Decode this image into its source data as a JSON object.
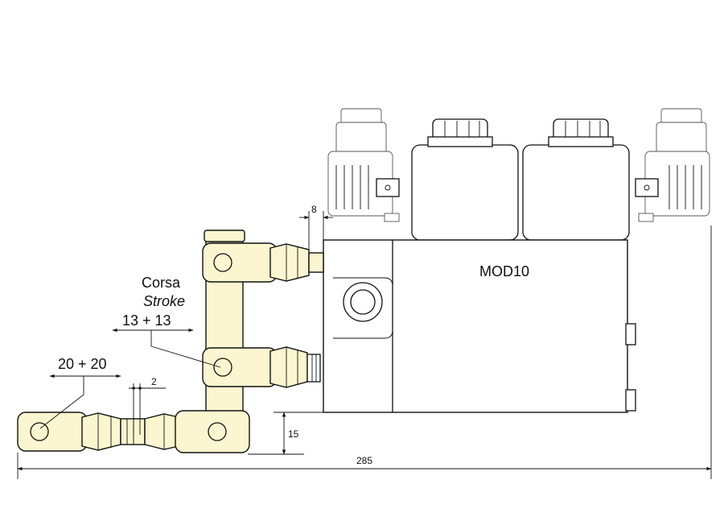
{
  "labels": {
    "model": "MOD10",
    "stroke_it": "Corsa",
    "stroke_en": "Stroke",
    "stroke_value": "13 + 13",
    "rod_travel": "20 + 20",
    "gap_small": "2",
    "port_offset": "8",
    "height_offset": "15",
    "total_length": "285"
  },
  "colors": {
    "linkage_fill": "#fbf6cf",
    "outline": "#111111"
  }
}
